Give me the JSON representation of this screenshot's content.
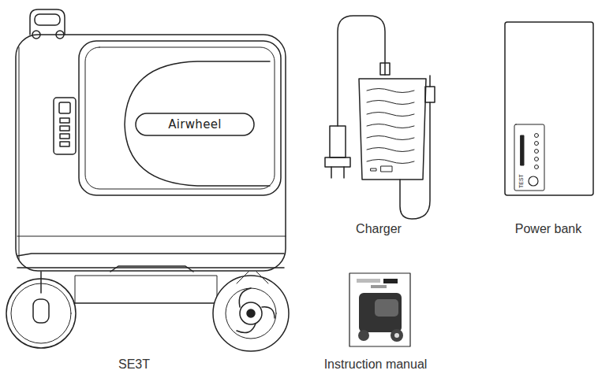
{
  "diagram": {
    "labels": [
      "Airwheel",
      "TEST",
      "Charger",
      "Power bank",
      "SE3T",
      "Instruction manual"
    ]
  }
}
